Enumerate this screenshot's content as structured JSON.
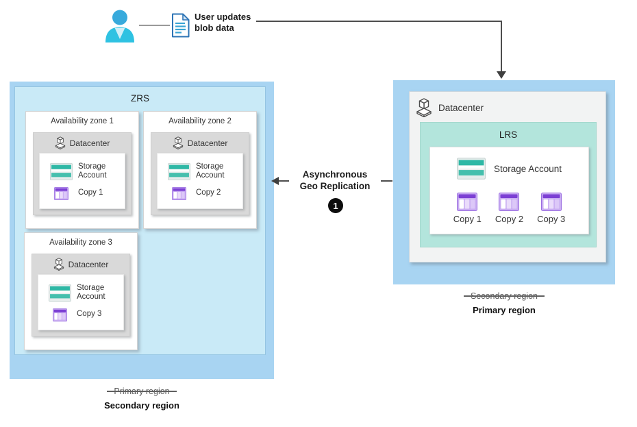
{
  "flow": {
    "user_action_line1": "User updates",
    "user_action_line2": "blob data",
    "replication_line1": "Asynchronous",
    "replication_line2": "Geo Replication",
    "step_badge": "1"
  },
  "left_region": {
    "title": "ZRS",
    "zones": [
      {
        "label": "Availability zone 1",
        "datacenter": "Datacenter",
        "storage": "Storage Account",
        "copy": "Copy 1"
      },
      {
        "label": "Availability zone 2",
        "datacenter": "Datacenter",
        "storage": "Storage Account",
        "copy": "Copy 2"
      },
      {
        "label": "Availability zone 3",
        "datacenter": "Datacenter",
        "storage": "Storage Account",
        "copy": "Copy 3"
      }
    ],
    "caption_old": "Primary region",
    "caption_new": "Secondary region"
  },
  "right_region": {
    "datacenter": "Datacenter",
    "title": "LRS",
    "storage": "Storage Account",
    "copies": [
      "Copy 1",
      "Copy 2",
      "Copy 3"
    ],
    "caption_old": "Secondary region",
    "caption_new": "Primary region"
  },
  "icons": {
    "user": "user-icon",
    "blob_document": "blob-document-icon",
    "datacenter": "datacenter-building-icon",
    "storage_account": "storage-account-icon",
    "copy": "table-copy-icon",
    "flow_arrow": "arrow-down-icon",
    "replication_arrow": "arrow-left-icon"
  },
  "colors": {
    "region_blue": "#a8d4f2",
    "zrs_inner_blue": "#c9eaf7",
    "lrs_mint": "#b3e5dc",
    "datacenter_gray": "#d9d9d9",
    "panel_gray": "#f2f3f3",
    "arrow_dark": "#4d4d4d",
    "storage_teal": "#2eb8a5",
    "copy_purple": "#7c3fd4",
    "user_cyan": "#2ec2e2",
    "doc_blue": "#2e75b6",
    "badge_black": "#0d0d0d"
  }
}
